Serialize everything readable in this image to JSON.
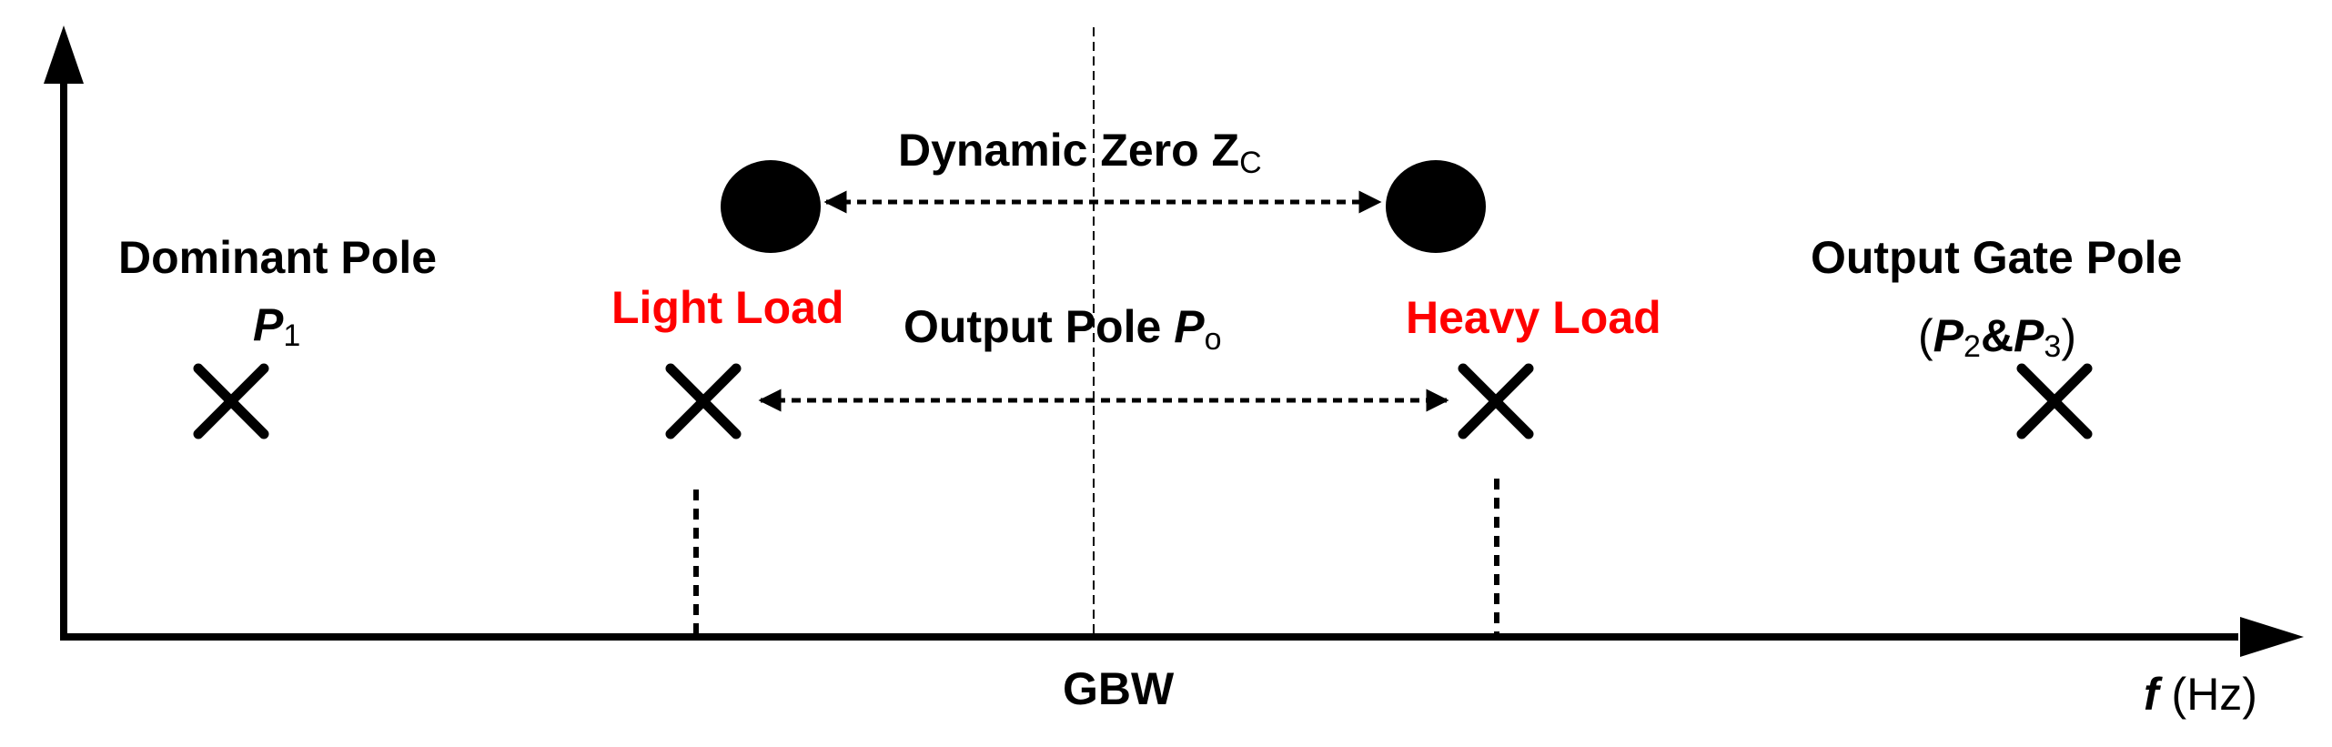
{
  "colors": {
    "ink": "#000000",
    "load_label": "#ff0000",
    "background": "#ffffff"
  },
  "axis": {
    "x_label_var": "f",
    "x_label_unit": " (Hz)",
    "gbw_label": "GBW"
  },
  "dominant_pole": {
    "title": "Dominant Pole",
    "symbol": "P",
    "subscript": "1"
  },
  "dynamic_zero": {
    "title": "Dynamic Zero Z",
    "subscript": "C"
  },
  "output_pole": {
    "title": "Output Pole ",
    "symbol": "P",
    "subscript": "o"
  },
  "light_load": {
    "label": "Light Load"
  },
  "heavy_load": {
    "label": "Heavy Load"
  },
  "output_gate_pole": {
    "title": "Output Gate Pole",
    "open": "(",
    "sym_a": "P",
    "sub_a": "2",
    "amp": "&",
    "sym_b": "P",
    "sub_b": "3",
    "close": ")"
  }
}
